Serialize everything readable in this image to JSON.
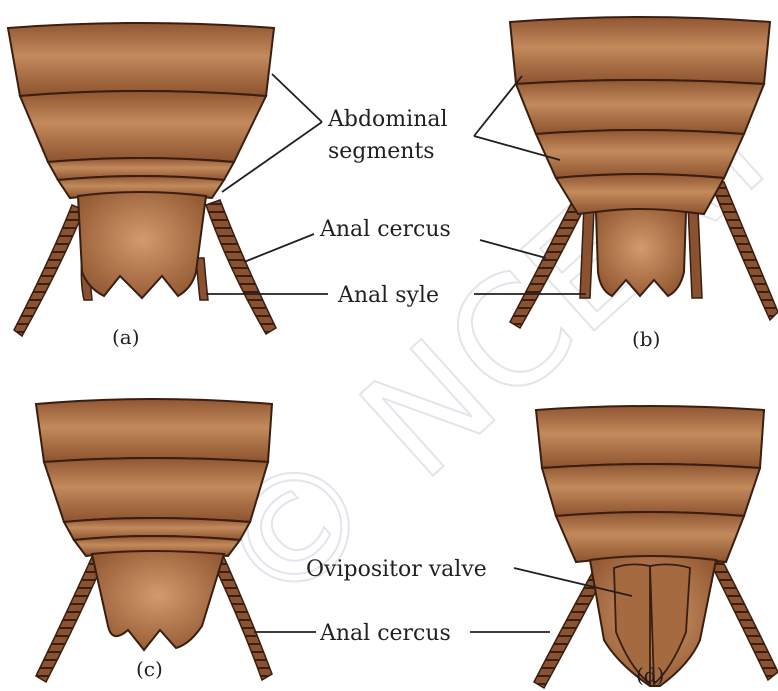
{
  "labels": {
    "abdominal_line1": "Abdominal",
    "abdominal_line2": "segments",
    "anal_cercus_top": "Anal cercus",
    "anal_style": "Anal syle",
    "ovipositor_valve": "Ovipositor valve",
    "anal_cercus_bottom": "Anal cercus"
  },
  "captions": {
    "a": "(a)",
    "b": "(b)",
    "c": "(c)",
    "d": "(d)"
  },
  "watermark": "© NCERT",
  "colors": {
    "body_light": "#c18557",
    "body_mid": "#9c6038",
    "body_dark": "#7a4626",
    "outline": "#3a1e10",
    "cercus": "#8a5230"
  }
}
